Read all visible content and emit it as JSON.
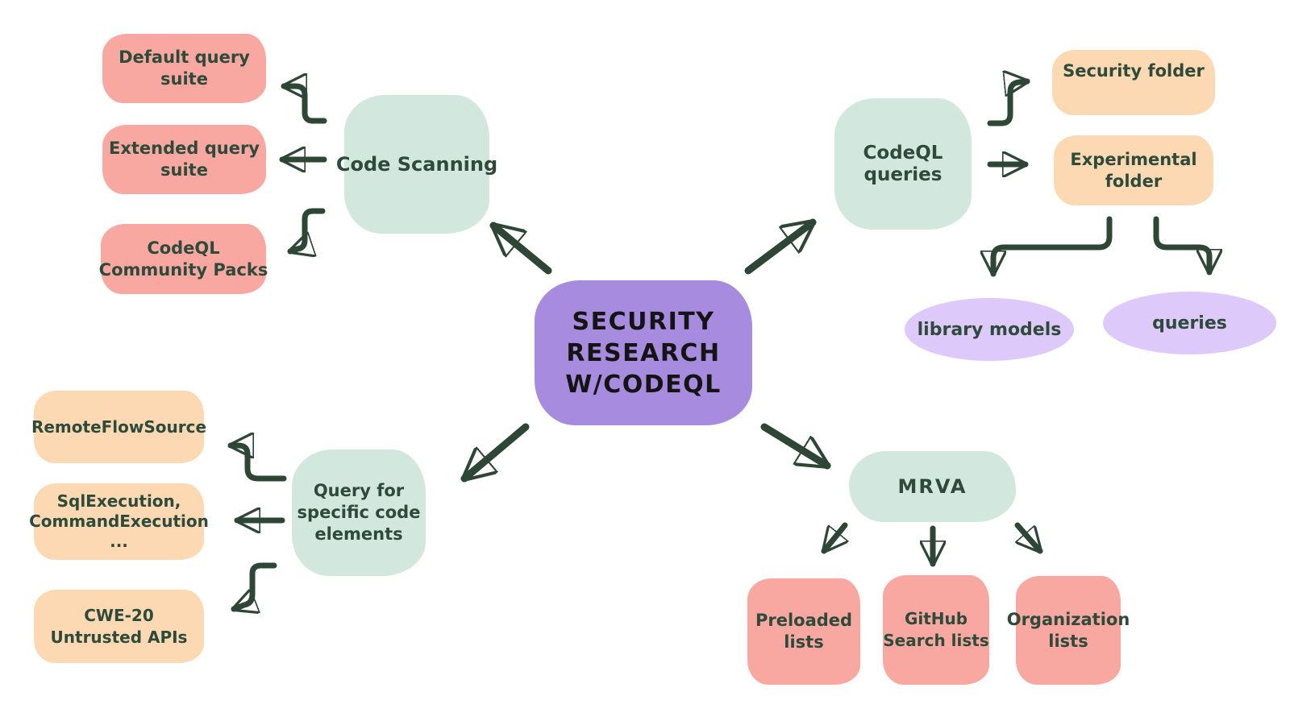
{
  "colors": {
    "salmon": "#f8a8a0",
    "peach": "#fcd9b3",
    "mint": "#d2e7de",
    "purple": "#a78bdf",
    "lavender": "#ddc9fa",
    "arrow": "#2e4636",
    "label_text": "#2e4a3a",
    "center_text": "#141414"
  },
  "center": {
    "lines": [
      "SECURITY",
      "RESEARCH",
      "W/CODEQL"
    ]
  },
  "branches": {
    "code_scanning": {
      "label": "Code Scanning",
      "children": {
        "default_query_suite": {
          "lines": [
            "Default query",
            "suite"
          ]
        },
        "extended_query_suite": {
          "lines": [
            "Extended query",
            "suite"
          ]
        },
        "codeql_community_packs": {
          "lines": [
            "CodeQL",
            "Community Packs"
          ]
        }
      }
    },
    "codeql_queries": {
      "lines": [
        "CodeQL",
        "queries"
      ],
      "children": {
        "security_folder": {
          "label": "Security folder"
        },
        "experimental_folder": {
          "lines": [
            "Experimental",
            "folder"
          ],
          "children": {
            "library_models": {
              "label": "library models"
            },
            "queries": {
              "label": "queries"
            }
          }
        }
      }
    },
    "query_for_specific_code_elements": {
      "lines": [
        "Query for",
        "specific code",
        "elements"
      ],
      "children": {
        "remote_flow_source": {
          "label": "RemoteFlowSource"
        },
        "sql_command_execution": {
          "lines": [
            "SqlExecution,",
            "CommandExecution",
            "..."
          ]
        },
        "cwe_20_untrusted_apis": {
          "lines": [
            "CWE-20",
            "Untrusted APIs"
          ]
        }
      }
    },
    "mrva": {
      "label": "MRVA",
      "children": {
        "preloaded_lists": {
          "lines": [
            "Preloaded",
            "lists"
          ]
        },
        "github_search_lists": {
          "lines": [
            "GitHub",
            "Search lists"
          ]
        },
        "organization_lists": {
          "lines": [
            "Organization",
            "lists"
          ]
        }
      }
    }
  }
}
